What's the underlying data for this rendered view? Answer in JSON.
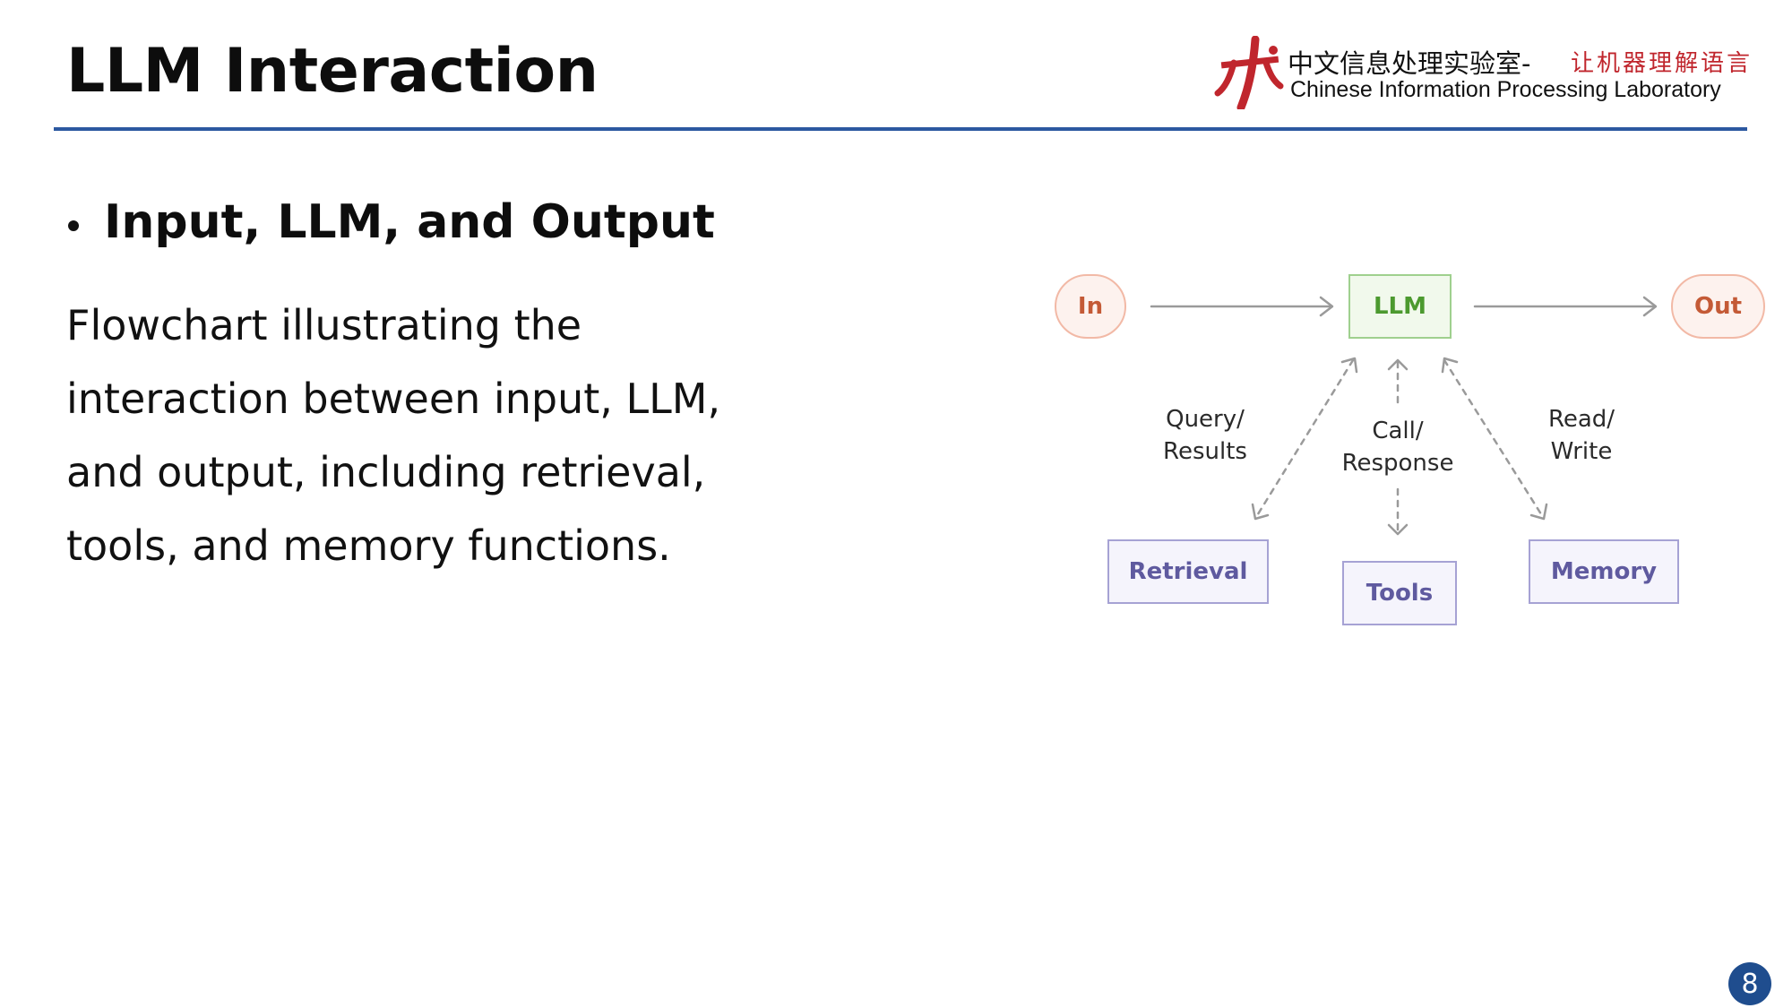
{
  "slide": {
    "title": "LLM Interaction",
    "page_number": "8"
  },
  "logo": {
    "zh_name": "中文信息处理实验室",
    "separator": "-",
    "tagline": "让机器理解语言",
    "en_name": "Chinese Information Processing Laboratory"
  },
  "content": {
    "bullet_heading": "Input, LLM, and Output",
    "body": "Flowchart illustrating the interaction between input, LLM, and output, including retrieval, tools, and memory functions."
  },
  "diagram": {
    "nodes": {
      "input": "In",
      "llm": "LLM",
      "output": "Out",
      "retrieval": "Retrieval",
      "tools": "Tools",
      "memory": "Memory"
    },
    "edge_labels": {
      "retrieval": [
        "Query/",
        "Results"
      ],
      "tools": [
        "Call/",
        "Response"
      ],
      "memory": [
        "Read/",
        "Write"
      ]
    }
  },
  "colors": {
    "title_rule": "#2c58a0",
    "io_node": "#c45a36",
    "llm_node": "#4c9a2f",
    "aux_node": "#5f5a9f",
    "page_badge": "#1f4d8e",
    "logo_red": "#c0262d"
  }
}
